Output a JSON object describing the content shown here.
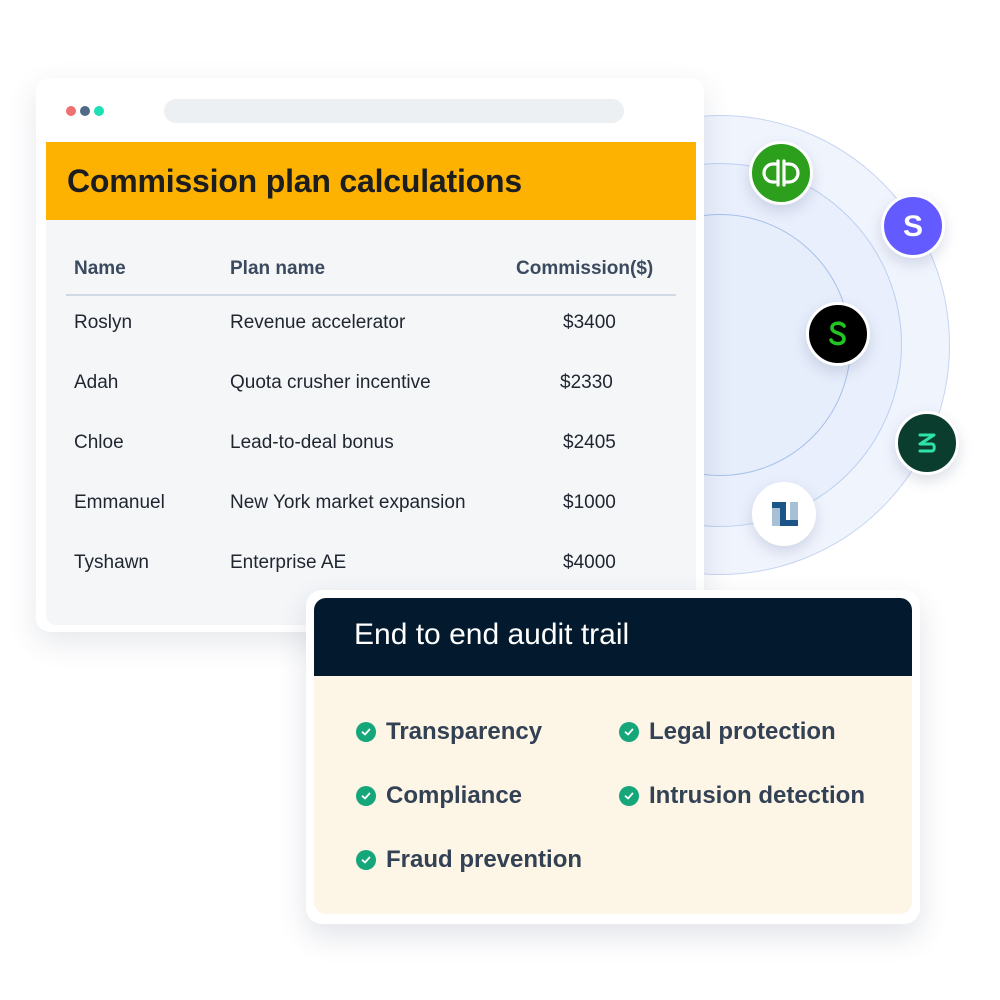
{
  "window": {
    "dot_colors": [
      "#ef7070",
      "#4f6b88",
      "#1de0b6"
    ],
    "url_bar": ""
  },
  "commission_card": {
    "title": "Commission plan calculations",
    "accent": "#fdb201",
    "columns": [
      "Name",
      "Plan name",
      "Commission($)"
    ],
    "rows": [
      {
        "name": "Roslyn",
        "plan": "Revenue accelerator",
        "commission": "$3400"
      },
      {
        "name": "Adah",
        "plan": "Quota crusher incentive",
        "commission": "$2330"
      },
      {
        "name": "Chloe",
        "plan": "Lead-to-deal bonus",
        "commission": "$2405"
      },
      {
        "name": "Emmanuel",
        "plan": "New York market expansion",
        "commission": "$1000"
      },
      {
        "name": "Tyshawn",
        "plan": "Enterprise AE",
        "commission": "$4000"
      }
    ]
  },
  "integrations": [
    {
      "name": "quickbooks-logo",
      "color": "#2ca01c"
    },
    {
      "name": "stripe-logo",
      "color": "#635bff"
    },
    {
      "name": "salesforce-s-logo",
      "color": "#000000"
    },
    {
      "name": "zuora-logo",
      "color": "#0b3d2e"
    },
    {
      "name": "netsuite-logo",
      "color": "#ffffff"
    }
  ],
  "audit_card": {
    "title": "End to end audit trail",
    "features": [
      "Transparency",
      "Legal protection",
      "Compliance",
      "Intrusion detection",
      "Fraud prevention"
    ],
    "check_color": "#15a67a"
  }
}
